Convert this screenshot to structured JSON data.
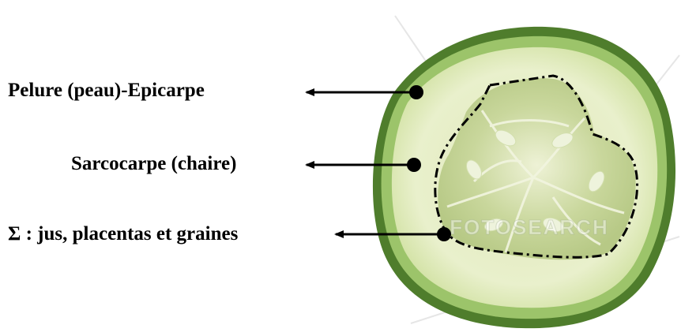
{
  "labels": {
    "epicarp": "Pelure (peau)-Epicarpe",
    "sarcocarp": "Sarcocarpe (chaire)",
    "core": "Σ : jus, placentas et graines"
  },
  "watermark": "FOTOSEARCH",
  "colors": {
    "peel_dark": "#4f7d2c",
    "peel_light": "#9cc46a",
    "flesh": "#e6eec8",
    "core": "#c8d69a",
    "seed_lines": "#eef3d8",
    "arrow": "#000000",
    "text": "#000000"
  }
}
